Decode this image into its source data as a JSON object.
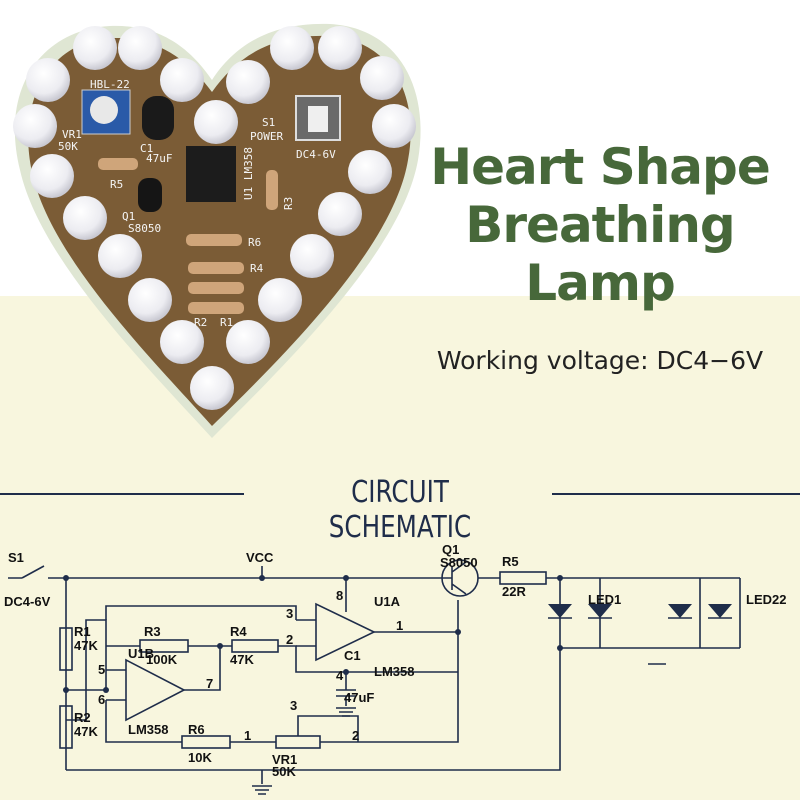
{
  "product": {
    "title_line1": "Heart Shape",
    "title_line2": "Breathing Lamp",
    "voltage_text": "Working voltage: DC4−6V"
  },
  "section": {
    "title": "CIRCUIT SCHEMATIC"
  },
  "pcb_labels": {
    "hbl": "HBL-22",
    "vr1": "VR1",
    "vr1_val": "50K",
    "c1": "C1",
    "c1_val": "47uF",
    "s1": "S1",
    "power": "POWER",
    "dc": "DC4-6V",
    "r5": "R5",
    "q1": "Q1",
    "q1_val": "S8050",
    "u1": "U1 LM358",
    "r3": "R3",
    "r6": "R6",
    "r4": "R4",
    "r2": "R2",
    "r1": "R1"
  },
  "schematic": {
    "s1": "S1",
    "dc": "DC4-6V",
    "vcc": "VCC",
    "q1": "Q1",
    "q1_val": "S8050",
    "r5": "R5",
    "r5_val": "22R",
    "u1a": "U1A",
    "led1": "LED1",
    "led22": "LED22",
    "pin8": "8",
    "pin3": "3",
    "pin2": "2",
    "pin1": "1",
    "pin4": "4",
    "r1": "R1",
    "r1_val": "47K",
    "r3": "R3",
    "r3_val": "100K",
    "r4": "R4",
    "r4_val": "47K",
    "u1b": "U1B",
    "pin5": "5",
    "pin6": "6",
    "pin7": "7",
    "lm358_b": "LM358",
    "c1": "C1",
    "lm358_a": "LM358",
    "c1_val": "47uF",
    "r2": "R2",
    "r2_val": "47K",
    "r6": "R6",
    "r6_val": "10K",
    "vr1_pin1": "1",
    "vr1_pin3": "3",
    "vr1_pin2": "2",
    "vr1": "VR1",
    "vr1_val": "50K"
  },
  "colors": {
    "title_green": "#47683a",
    "pcb_brown": "#7b5c36",
    "pcb_edge": "#e6eadb",
    "led_white": "#f1f1f4",
    "schematic_blue": "#1f2d4a",
    "bottom_bg": "#f8f6de"
  }
}
